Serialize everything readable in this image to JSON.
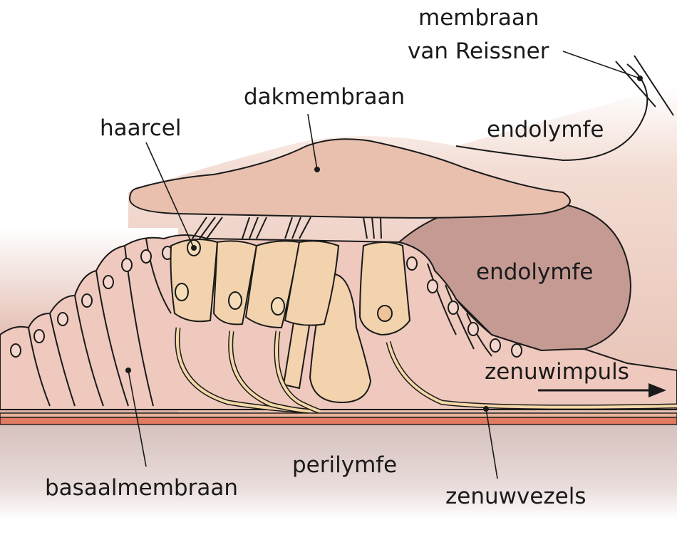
{
  "labels": {
    "reissner_line1": "membraan",
    "reissner_line2": "van Reissner",
    "tectorial": "dakmembraan",
    "hair_cell": "haarcel",
    "endolymph_upper": "endolymfe",
    "endolymph_lower": "endolymfe",
    "nerve_impulse": "zenuwimpuls",
    "basilar": "basaalmembraan",
    "perilymph": "perilymfe",
    "nerve_fibers": "zenuwvezels"
  },
  "colors": {
    "background_tissue": "#e8c4b8",
    "perilymph": "#d9c4c0",
    "endolymph_cavity": "#c49a93",
    "tectorial": "#e8c0ad",
    "support_cells": "#efc9bd",
    "hair_cells": "#f2d3ad",
    "nerve_fiber": "#f5d8a8",
    "basilar_stripe": "#e07a62",
    "outline": "#1a1a1a"
  }
}
